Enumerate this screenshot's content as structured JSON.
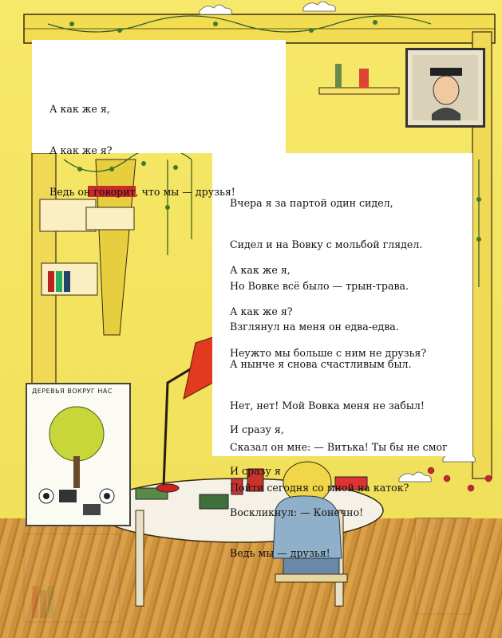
{
  "illustration": {
    "chart_caption": "ДЕРЕВЬЯ ВОКРУГ НАС"
  },
  "poem": {
    "stanza1": [
      "А как же я,",
      "А как же я?",
      "Ведь он говорит, что мы — друзья!"
    ],
    "stanza2": [
      "Вчера я за партой один сидел,",
      "Сидел и на Вовку с мольбой глядел.",
      "Но Вовке всё было — трын-трава.",
      "Взглянул на меня он едва-едва."
    ],
    "stanza3": [
      "А как же я,",
      "А как же я?",
      "Неужто мы больше с ним не друзья?"
    ],
    "stanza4": [
      "А нынче я снова счастливым был.",
      "Нет, нет! Мой Вовка меня не забыл!",
      "Сказал он мне: — Витька! Ты бы не смог",
      "Пойти сегодня со мной на каток?"
    ],
    "stanza5": [
      "И сразу я,",
      "И сразу я",
      "Воскликнул: — Конечно!",
      "Ведь мы — друзья!"
    ]
  },
  "colors": {
    "wall": "#f3e35e",
    "floor": "#c98a3a",
    "lamp": "#e23a1f",
    "shirt": "#8fb0c8",
    "hair": "#f2d64a"
  }
}
